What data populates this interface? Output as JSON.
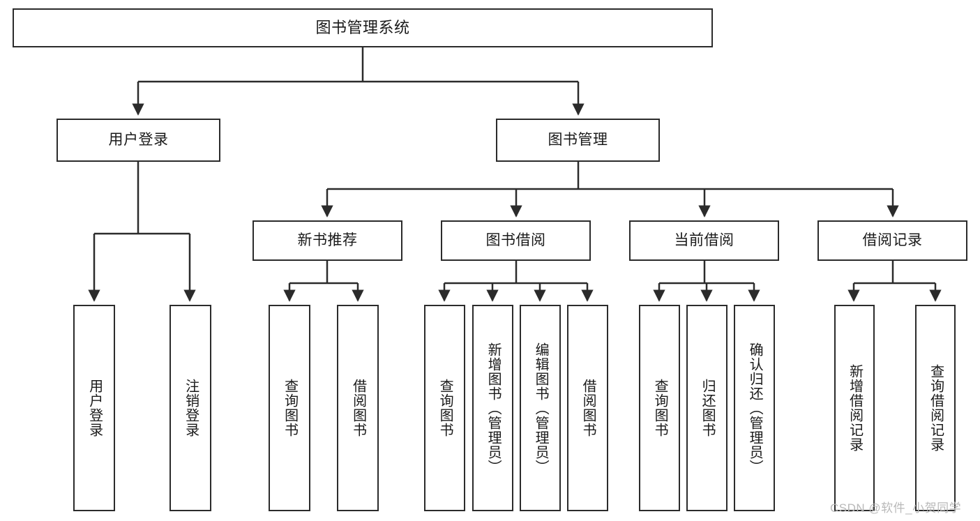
{
  "diagram": {
    "type": "tree",
    "title": "图书管理系统",
    "watermark": "CSDN @软件_小贺同学",
    "colors": {
      "background": "#ffffff",
      "node_border": "#2b2b2b",
      "node_fill": "#ffffff",
      "text": "#1a1a1a",
      "edge": "#2b2b2b",
      "watermark": "#b9b9b9"
    },
    "nodes": {
      "root": {
        "label": "图书管理系统"
      },
      "level2": [
        {
          "label": "用户登录"
        },
        {
          "label": "图书管理"
        }
      ],
      "level3": [
        {
          "label": "新书推荐"
        },
        {
          "label": "图书借阅"
        },
        {
          "label": "当前借阅"
        },
        {
          "label": "借阅记录"
        }
      ],
      "leaves": {
        "user_login": [
          {
            "label": "用户登录"
          },
          {
            "label": "注销登录"
          }
        ],
        "new_book_recommend": [
          {
            "label": "查询图书"
          },
          {
            "label": "借阅图书"
          }
        ],
        "book_borrow": [
          {
            "label": "查询图书"
          },
          {
            "label": "新增图书（管理员）"
          },
          {
            "label": "编辑图书（管理员）"
          },
          {
            "label": "借阅图书"
          }
        ],
        "current_borrow": [
          {
            "label": "查询图书"
          },
          {
            "label": "归还图书"
          },
          {
            "label": "确认归还（管理员）"
          }
        ],
        "borrow_record": [
          {
            "label": "新增借阅记录"
          },
          {
            "label": "查询借阅记录"
          }
        ]
      }
    }
  }
}
